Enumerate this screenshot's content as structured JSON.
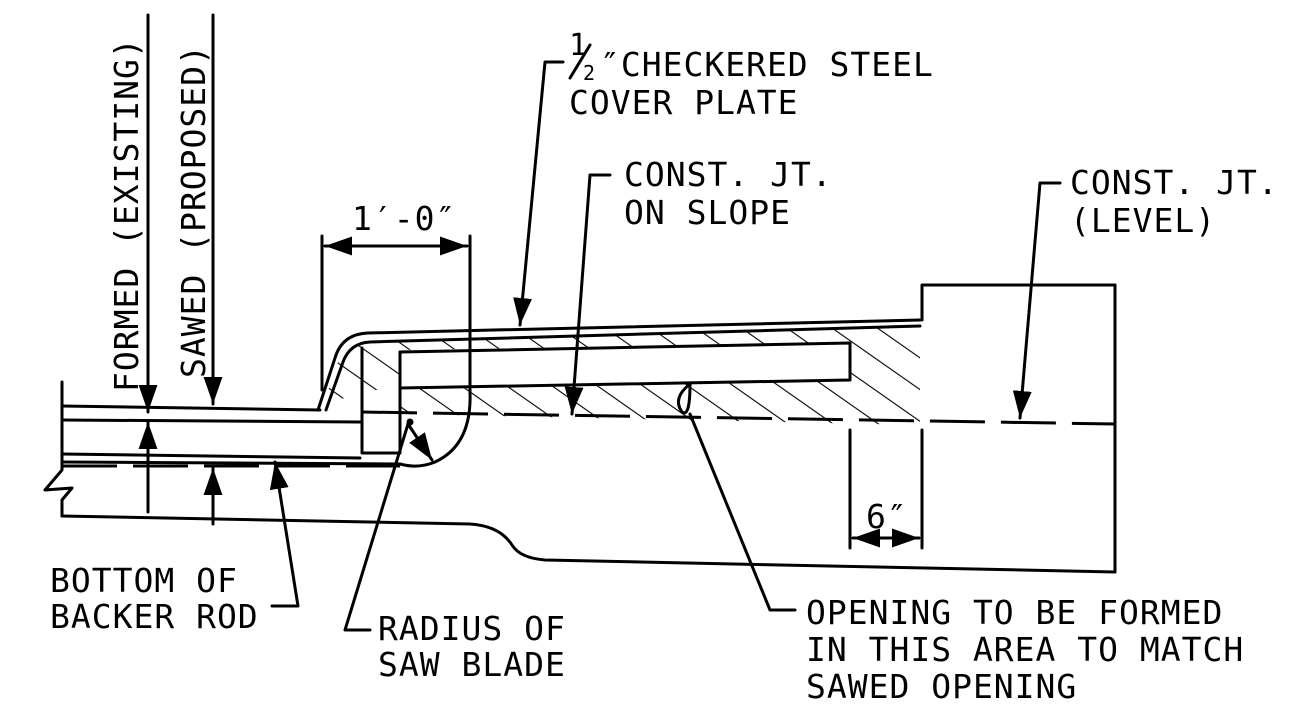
{
  "labels": {
    "formed_existing": "FORMED (EXISTING)",
    "sawed_proposed": "SAWED (PROPOSED)",
    "cover_plate_fraction_num": "1",
    "cover_plate_fraction_den": "2",
    "cover_plate_line1": "″CHECKERED STEEL",
    "cover_plate_line2": "COVER PLATE",
    "const_jt_slope_line1": "CONST. JT.",
    "const_jt_slope_line2": "ON SLOPE",
    "const_jt_level_line1": "CONST. JT.",
    "const_jt_level_line2": "(LEVEL)",
    "dim_one_foot": "1′-0″",
    "dim_six_inch": "6″",
    "backer_rod_line1": "BOTTOM OF",
    "backer_rod_line2": "BACKER ROD",
    "saw_blade_line1": "RADIUS OF",
    "saw_blade_line2": "SAW BLADE",
    "opening_line1": "OPENING TO BE FORMED",
    "opening_line2": "IN THIS AREA TO MATCH",
    "opening_line3": "SAWED OPENING"
  }
}
